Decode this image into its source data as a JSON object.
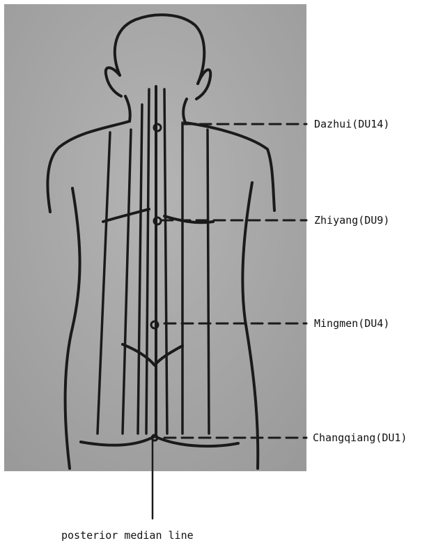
{
  "points": [
    {
      "id": "dazhui",
      "label": "Dazhui(DU14)"
    },
    {
      "id": "zhiyang",
      "label": "Zhiyang(DU9)"
    },
    {
      "id": "mingmen",
      "label": "Mingmen(DU4)"
    },
    {
      "id": "changqiang",
      "label": "Changqiang(DU1)"
    }
  ],
  "median_line_label": "posterior median line",
  "colors": {
    "paper": "#a8a8a8",
    "ink": "#1a1a1a",
    "background": "#ffffff"
  }
}
